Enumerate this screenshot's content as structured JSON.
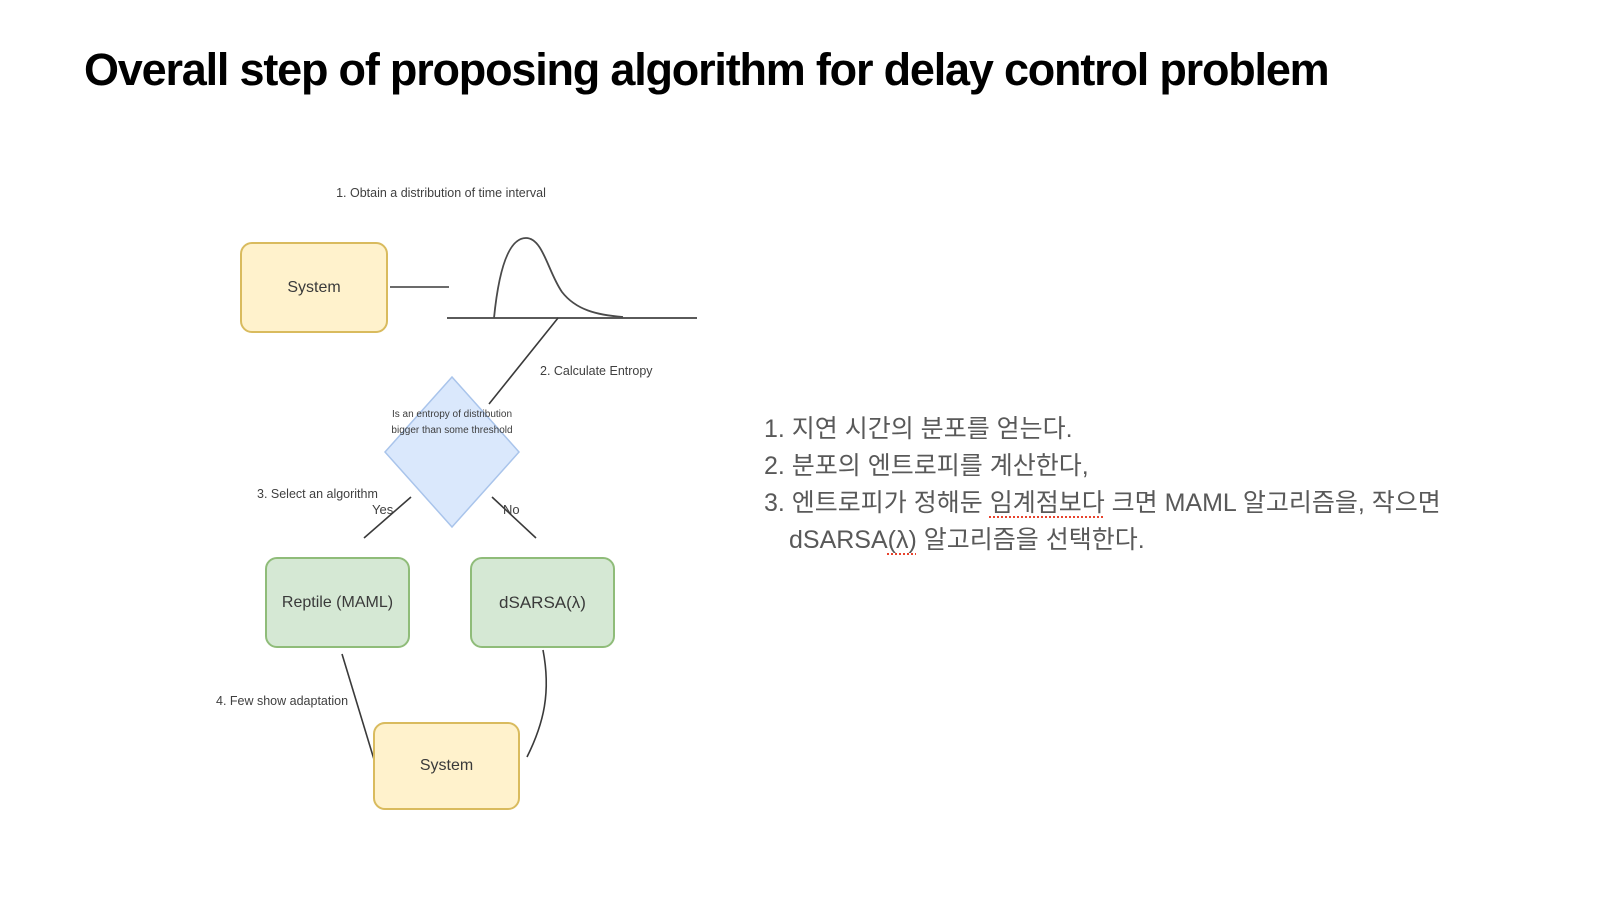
{
  "title": "Overall step of proposing algorithm for delay control problem",
  "diagram": {
    "step1_label": "1. Obtain a distribution of time interval",
    "step2_label": "2. Calculate Entropy",
    "step3_label": "3. Select an algorithm",
    "step4_label": "4. Few show adaptation",
    "yes_label": "Yes",
    "no_label": "No",
    "nodes": {
      "system_top": "System",
      "decision": "Is an entropy of distribution  bigger than some threshold",
      "reptile": "Reptile (MAML)",
      "dsarsa": "dSARSA(λ)",
      "system_bottom": "System"
    },
    "colors": {
      "process_fill": "#fff2cc",
      "process_border": "#d9bb5e",
      "algorithm_fill": "#d5e8d4",
      "algorithm_border": "#8fbc79",
      "decision_fill": "#dae8fc",
      "decision_border": "#a9c4eb",
      "connector": "#3a3a3a",
      "notes_color": "#595959"
    }
  },
  "notes": {
    "line1": "1. 지연 시간의 분포를 얻는다.",
    "line2": "2. 분포의 엔트로피를 계산한다,",
    "line3_pre": "3. 엔트로피가 정해둔 ",
    "line3_misspelled": "임계점보다",
    "line3_post": " 크면 MAML 알고리즘을, 작으면",
    "line4_pre": "dSARSA",
    "line4_misspelled": "(λ)",
    "line4_post": " 알고리즘을 선택한다."
  }
}
